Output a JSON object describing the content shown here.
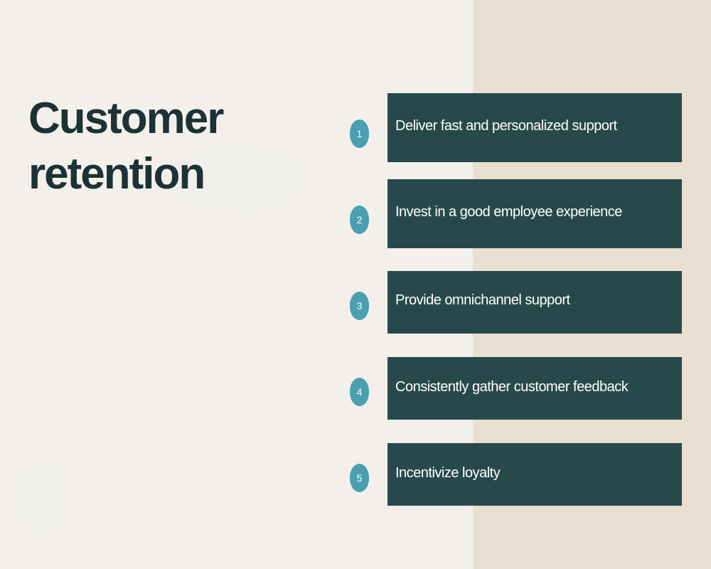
{
  "title": "Customer retention",
  "colors": {
    "background": "#f3f0ec",
    "right_panel": "#e9dfd0",
    "title_text": "#1c3234",
    "step_box": "#28494b",
    "badge": "#4a9fb1"
  },
  "steps": [
    {
      "number": "1",
      "label": "Deliver fast and personalized support"
    },
    {
      "number": "2",
      "label": "Invest in a good employee experience"
    },
    {
      "number": "3",
      "label": "Provide omnichannel support"
    },
    {
      "number": "4",
      "label": "Consistently gather customer feedback"
    },
    {
      "number": "5",
      "label": "Incentivize loyalty"
    }
  ]
}
